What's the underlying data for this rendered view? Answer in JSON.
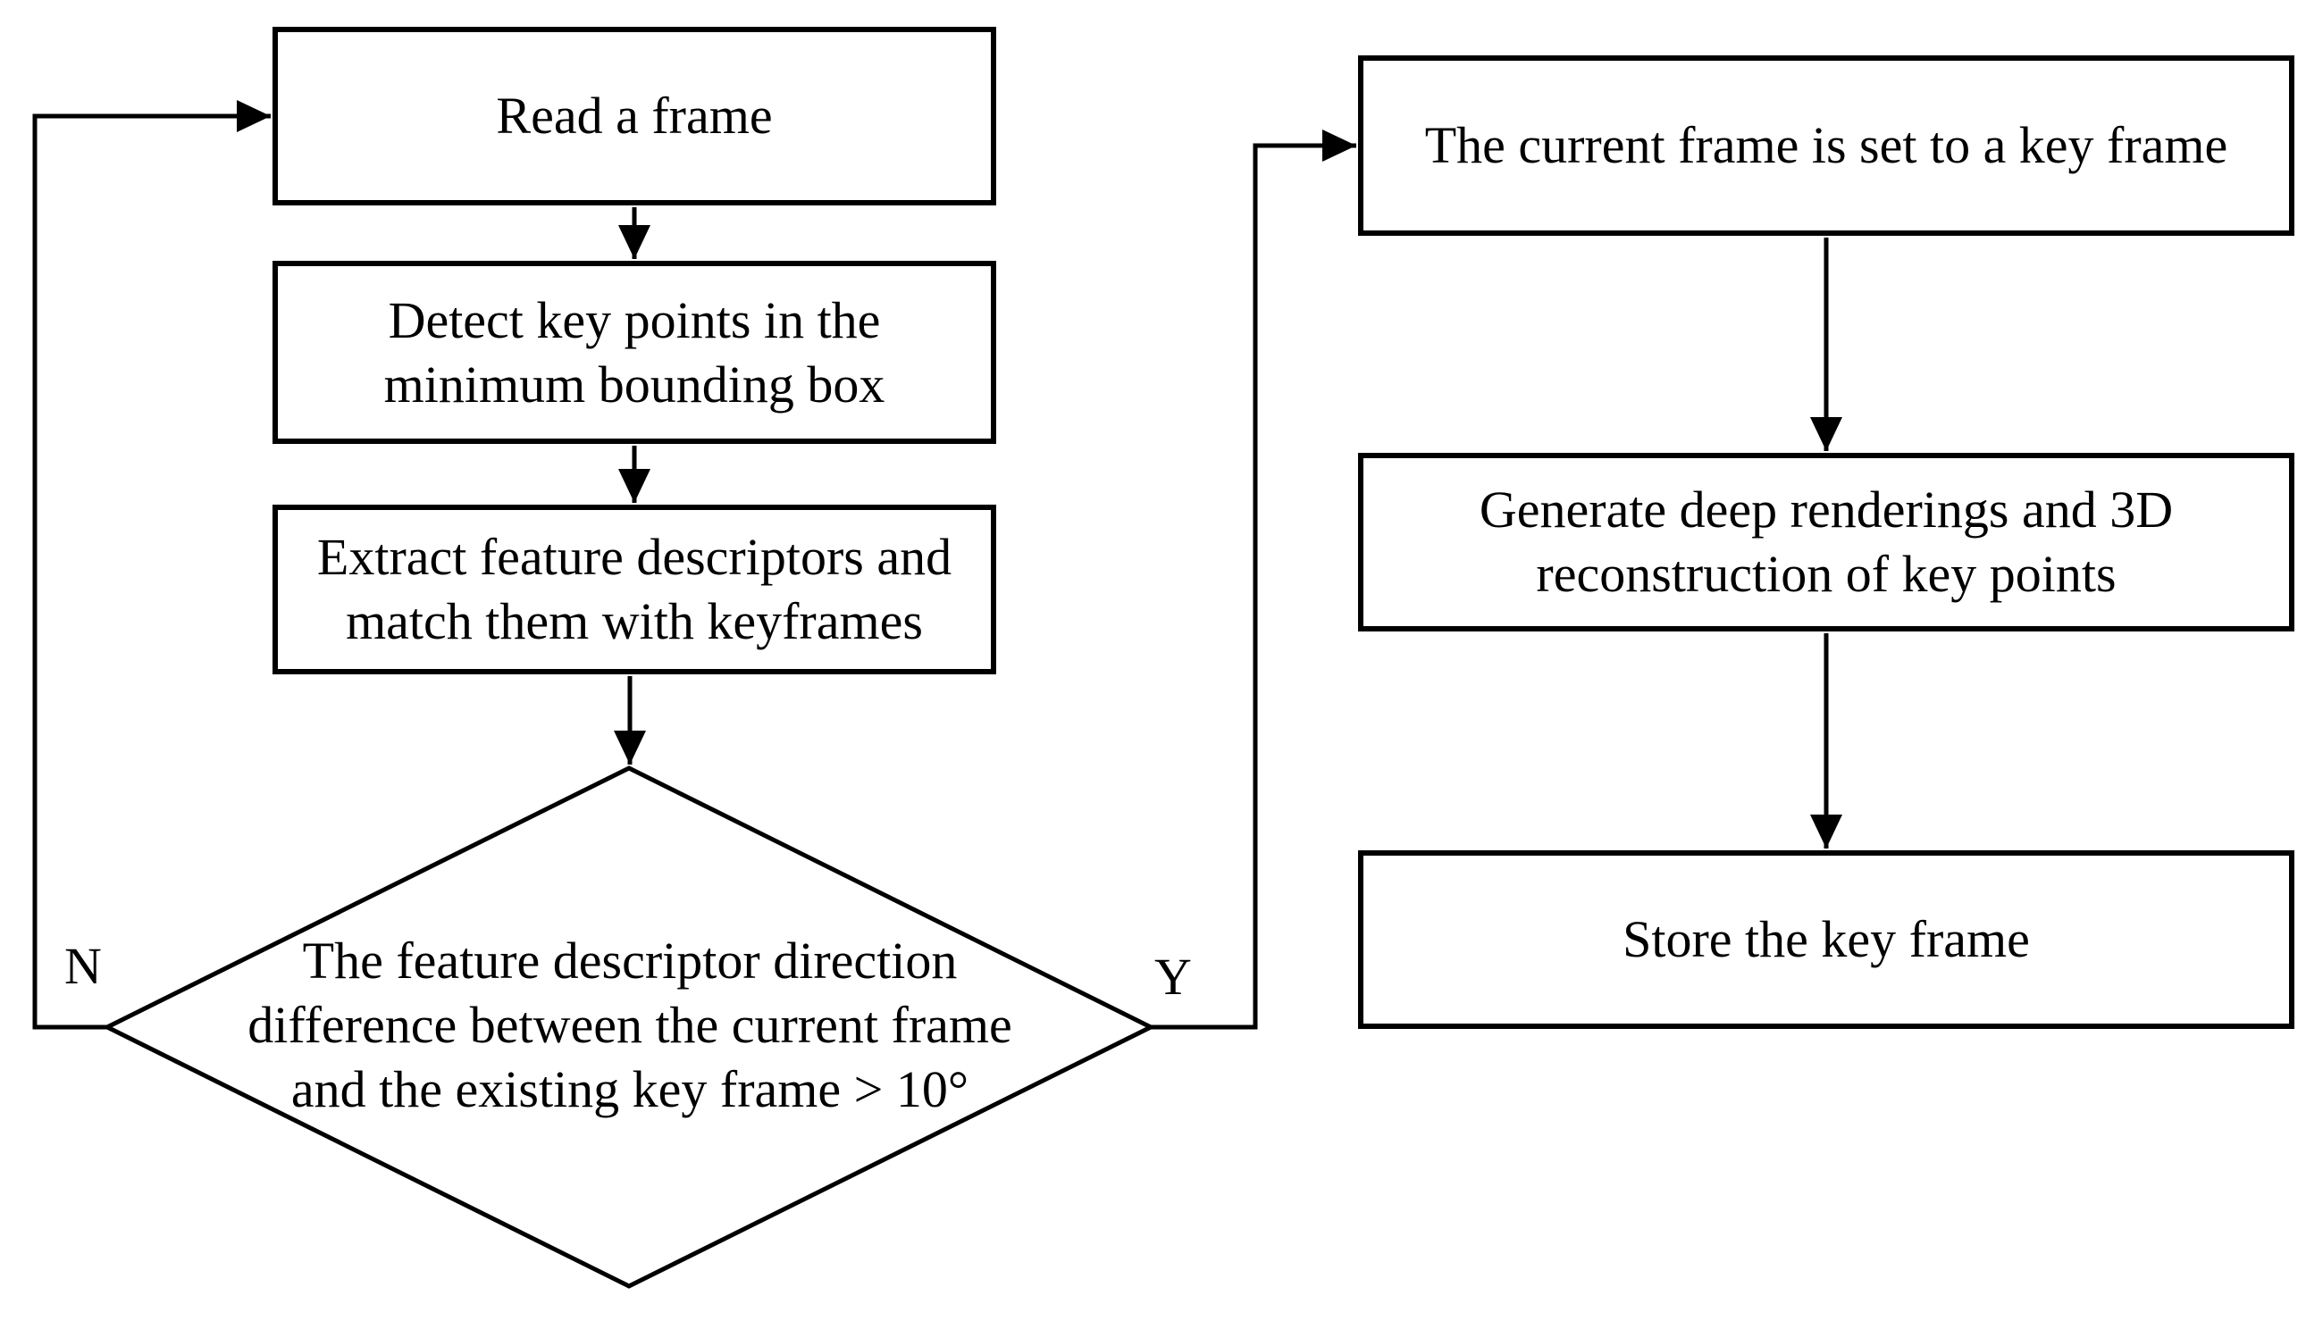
{
  "diagram": {
    "type": "flowchart",
    "colors": {
      "background": "#ffffff",
      "line": "#000000",
      "text": "#000000"
    },
    "nodes": {
      "read_frame": {
        "shape": "rectangle",
        "lines": [
          "Read a frame"
        ]
      },
      "detect_key_points": {
        "shape": "rectangle",
        "lines": [
          "Detect key points in the",
          "minimum bounding box"
        ]
      },
      "extract_descriptors": {
        "shape": "rectangle",
        "lines": [
          "Extract feature descriptors and",
          "match them with keyframes"
        ]
      },
      "decision_direction_difference": {
        "shape": "diamond",
        "lines": [
          "The feature descriptor direction",
          "difference between the current frame",
          "and the existing key frame > 10°"
        ]
      },
      "set_key_frame": {
        "shape": "rectangle",
        "lines": [
          "The current frame is set to a key frame"
        ]
      },
      "generate_renderings": {
        "shape": "rectangle",
        "lines": [
          "Generate deep renderings and 3D",
          "reconstruction of key points"
        ]
      },
      "store_key_frame": {
        "shape": "rectangle",
        "lines": [
          "Store the key frame"
        ]
      }
    },
    "edge_labels": {
      "no": "N",
      "yes": "Y"
    },
    "edges": [
      {
        "from": "read_frame",
        "to": "detect_key_points"
      },
      {
        "from": "detect_key_points",
        "to": "extract_descriptors"
      },
      {
        "from": "extract_descriptors",
        "to": "decision_direction_difference"
      },
      {
        "from": "decision_direction_difference",
        "to": "read_frame",
        "label": "N"
      },
      {
        "from": "decision_direction_difference",
        "to": "set_key_frame",
        "label": "Y"
      },
      {
        "from": "set_key_frame",
        "to": "generate_renderings"
      },
      {
        "from": "generate_renderings",
        "to": "store_key_frame"
      }
    ]
  }
}
